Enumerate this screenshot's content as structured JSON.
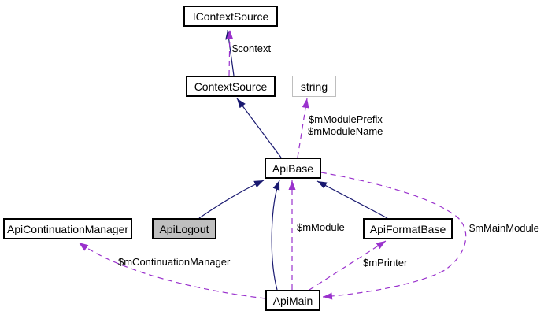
{
  "diagram": {
    "kind": "collaboration-graph",
    "colors": {
      "background": "#ffffff",
      "inheritance_edge": "#191970",
      "usage_edge": "#9a32cd",
      "node_border": "#000000",
      "node_fill": "#ffffff",
      "highlighted_node_fill": "#bfbfbf",
      "external_node_border": "#bebebe",
      "label_text": "#000000"
    },
    "nodes": [
      {
        "label": "IContextSource"
      },
      {
        "label": "ContextSource"
      },
      {
        "label": "string",
        "external": true
      },
      {
        "label": "ApiBase"
      },
      {
        "label": "ApiContinuationManager"
      },
      {
        "label": "ApiLogout",
        "highlighted": true
      },
      {
        "label": "ApiFormatBase"
      },
      {
        "label": "ApiMain"
      }
    ],
    "edge_labels": {
      "context": "$context",
      "module_prefix": "$mModulePrefix",
      "module_name": "$mModuleName",
      "module": "$mModule",
      "main_module": "$mMainModule",
      "printer": "$mPrinter",
      "continuation_manager": "$mContinuationManager"
    },
    "edges": [
      {
        "from": "ContextSource",
        "to": "IContextSource",
        "type": "inheritance"
      },
      {
        "from": "ContextSource",
        "to": "IContextSource",
        "type": "usage",
        "label": "$context"
      },
      {
        "from": "ApiBase",
        "to": "ContextSource",
        "type": "inheritance"
      },
      {
        "from": "ApiBase",
        "to": "string",
        "type": "usage",
        "label": "$mModulePrefix $mModuleName"
      },
      {
        "from": "ApiLogout",
        "to": "ApiBase",
        "type": "inheritance"
      },
      {
        "from": "ApiMain",
        "to": "ApiBase",
        "type": "inheritance"
      },
      {
        "from": "ApiMain",
        "to": "ApiBase",
        "type": "usage",
        "label": "$mModule"
      },
      {
        "from": "ApiFormatBase",
        "to": "ApiBase",
        "type": "inheritance"
      },
      {
        "from": "ApiMain",
        "to": "ApiFormatBase",
        "type": "usage",
        "label": "$mPrinter"
      },
      {
        "from": "ApiBase",
        "to": "ApiMain",
        "type": "usage",
        "label": "$mMainModule"
      },
      {
        "from": "ApiMain",
        "to": "ApiContinuationManager",
        "type": "usage",
        "label": "$mContinuationManager"
      }
    ]
  }
}
